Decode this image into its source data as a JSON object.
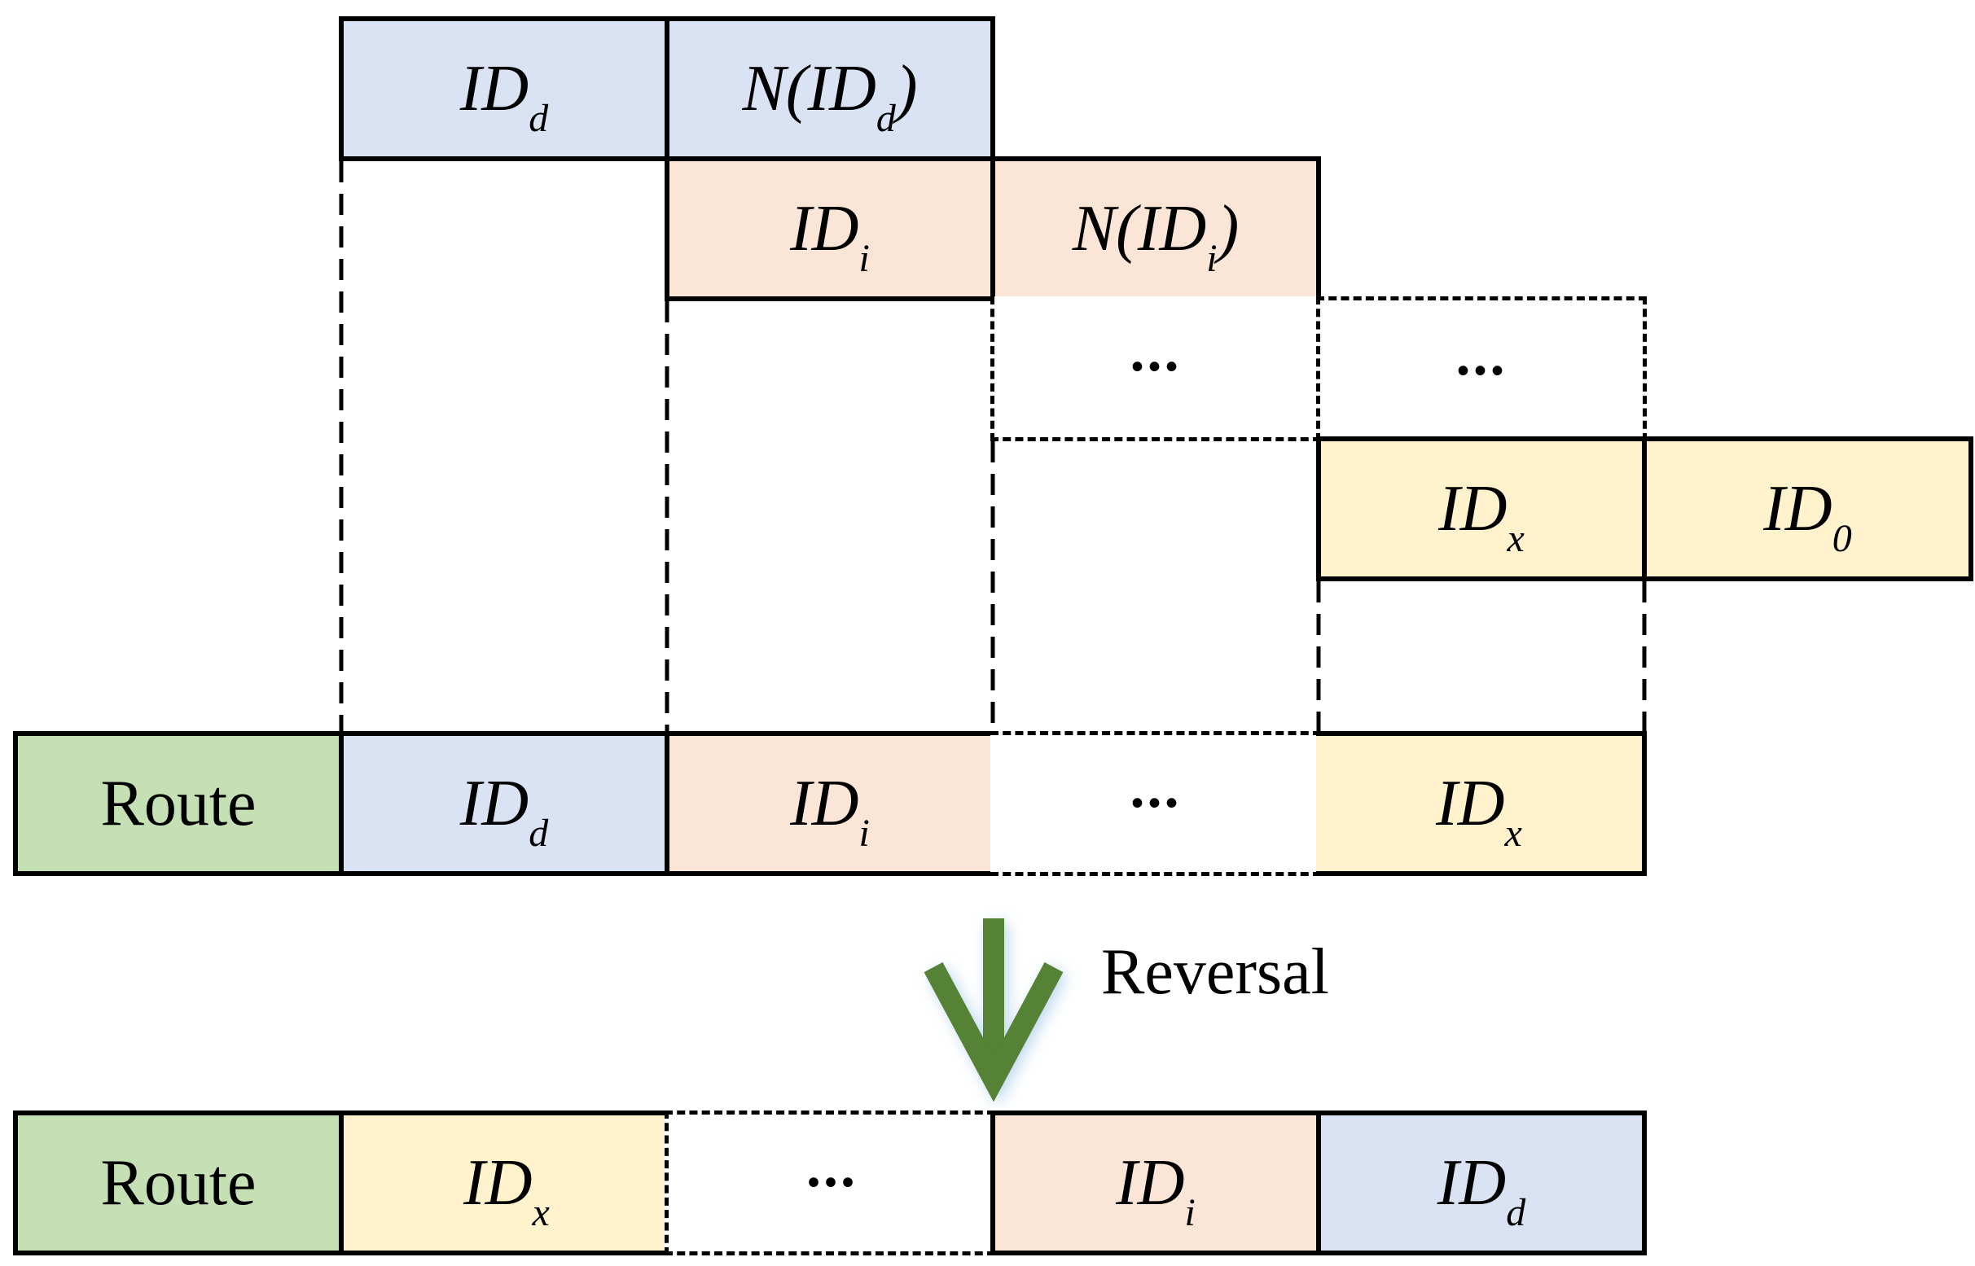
{
  "colors": {
    "box_blue": "#dae3f3",
    "box_orange": "#fbe5d6",
    "box_yellow": "#fff2cc",
    "box_green": "#c5e0b4",
    "arrow_green": "#548235",
    "arrow_glow": "#b8d4ec",
    "line_black": "#000000",
    "background": "#ffffff"
  },
  "staircase": {
    "idd": {
      "pre": "ID",
      "sub": "d",
      "post": ""
    },
    "nidd": {
      "pre": "N(ID",
      "sub": "d",
      "post": ")"
    },
    "idi": {
      "pre": "ID",
      "sub": "i",
      "post": ""
    },
    "nidi": {
      "pre": "N(ID",
      "sub": "i",
      "post": ")"
    },
    "dots1": {
      "pre": "...",
      "sub": "",
      "post": ""
    },
    "dots2": {
      "pre": "...",
      "sub": "",
      "post": ""
    },
    "idx": {
      "pre": "ID",
      "sub": "x",
      "post": ""
    },
    "id0": {
      "pre": "ID",
      "sub": "0",
      "post": ""
    }
  },
  "route_row": {
    "label": {
      "pre": "Route",
      "sub": "",
      "post": ""
    },
    "idd": {
      "pre": "ID",
      "sub": "d",
      "post": ""
    },
    "idi": {
      "pre": "ID",
      "sub": "i",
      "post": ""
    },
    "dots": {
      "pre": "...",
      "sub": "",
      "post": ""
    },
    "idx": {
      "pre": "ID",
      "sub": "x",
      "post": ""
    }
  },
  "arrow": {
    "label": "Reversal"
  },
  "reversed_row": {
    "label": {
      "pre": "Route",
      "sub": "",
      "post": ""
    },
    "idx": {
      "pre": "ID",
      "sub": "x",
      "post": ""
    },
    "dots": {
      "pre": "...",
      "sub": "",
      "post": ""
    },
    "idi": {
      "pre": "ID",
      "sub": "i",
      "post": ""
    },
    "idd": {
      "pre": "ID",
      "sub": "d",
      "post": ""
    }
  }
}
